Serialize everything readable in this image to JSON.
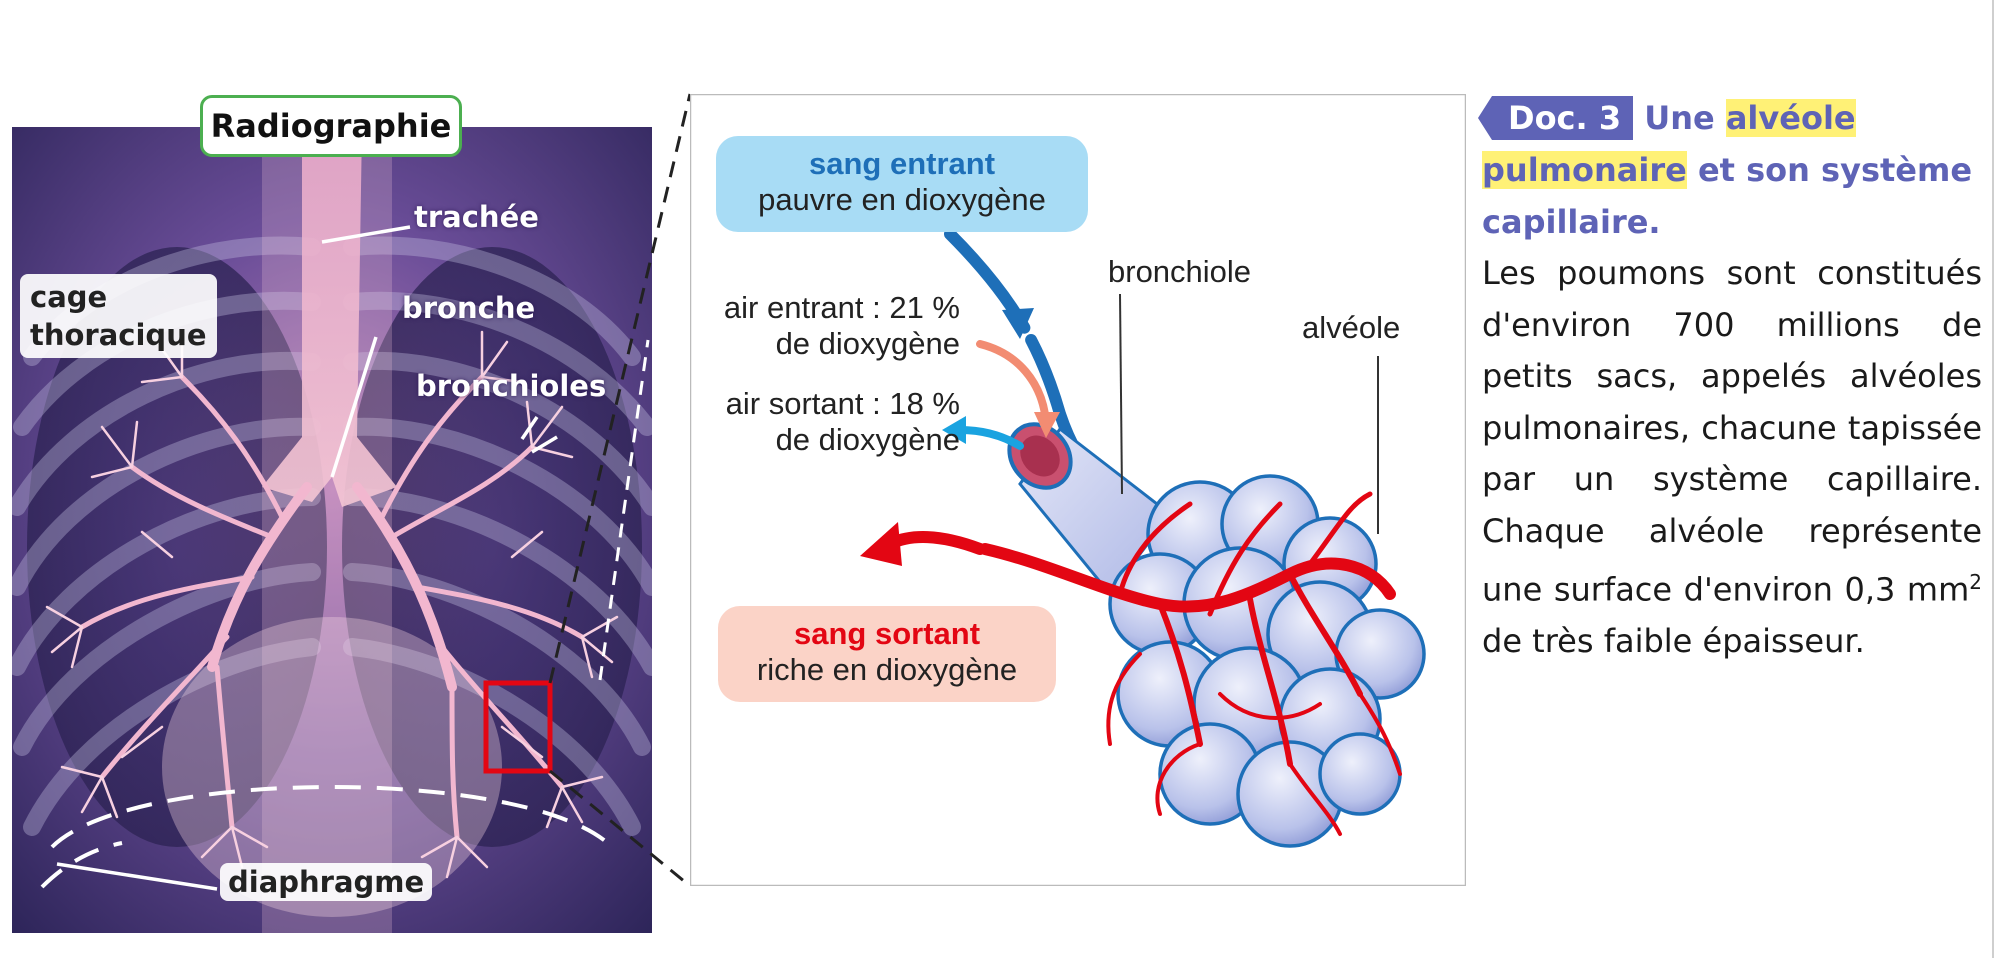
{
  "xray": {
    "title": "Radiographie",
    "labels": {
      "trachee": "trachée",
      "cage": "cage",
      "thoracique": "thoracique",
      "bronche": "bronche",
      "bronchioles": "bronchioles",
      "diaphragme": "diaphragme"
    }
  },
  "diagram": {
    "sang_entrant_title": "sang entrant",
    "sang_entrant_sub": "pauvre en dioxygène",
    "sang_sortant_title": "sang sortant",
    "sang_sortant_sub": "riche en dioxygène",
    "air_entrant_line1": "air entrant : 21 %",
    "air_entrant_line2": "de dioxygène",
    "air_sortant_line1": "air sortant : 18 %",
    "air_sortant_line2": "de dioxygène",
    "bronchiole": "bronchiole",
    "alveole": "alvéole"
  },
  "doc": {
    "tag": "Doc. 3",
    "title_part1": "Une",
    "title_hl1": "alvéole",
    "title_hl2": "pulmonaire",
    "title_part2": "et son système capillaire.",
    "body_before_exp": "Les poumons sont constitués d'environ 700 millions de petits sacs, appelés alvéoles pulmonaires, chacune tapissée par un système capillaire. Chaque alvéole représente une surface d'environ 0,3 mm",
    "body_exp": "2",
    "body_after_exp": " de très faible épaisseur."
  },
  "colors": {
    "accent": "#5e63b6",
    "highlight": "#fff176",
    "blood_in": "#1e6fb8",
    "blood_out": "#e30613",
    "box_blue": "#a8dcf5",
    "box_pink": "#fbd3c7",
    "frame_green": "#4caf50"
  }
}
